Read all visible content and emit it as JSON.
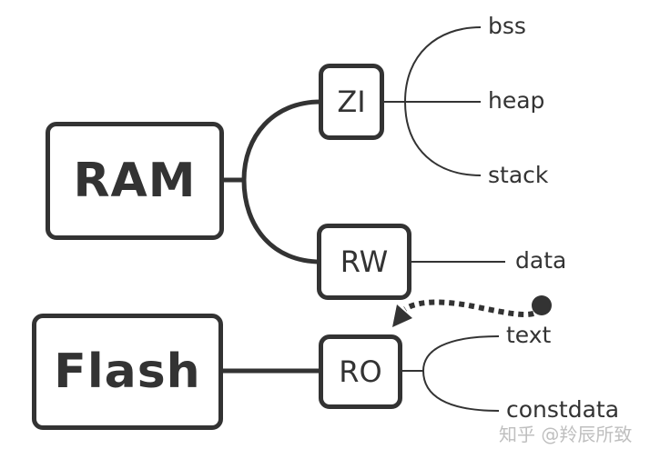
{
  "nodes": {
    "ram": "RAM",
    "flash": "Flash",
    "zi": "ZI",
    "rw": "RW",
    "ro": "RO"
  },
  "leaves": {
    "bss": "bss",
    "heap": "heap",
    "stack": "stack",
    "data": "data",
    "text": "text",
    "constdata": "constdata"
  },
  "watermark": "知乎 @羚辰所致",
  "colors": {
    "stroke": "#333333",
    "watermark": "#bfbfbf"
  }
}
